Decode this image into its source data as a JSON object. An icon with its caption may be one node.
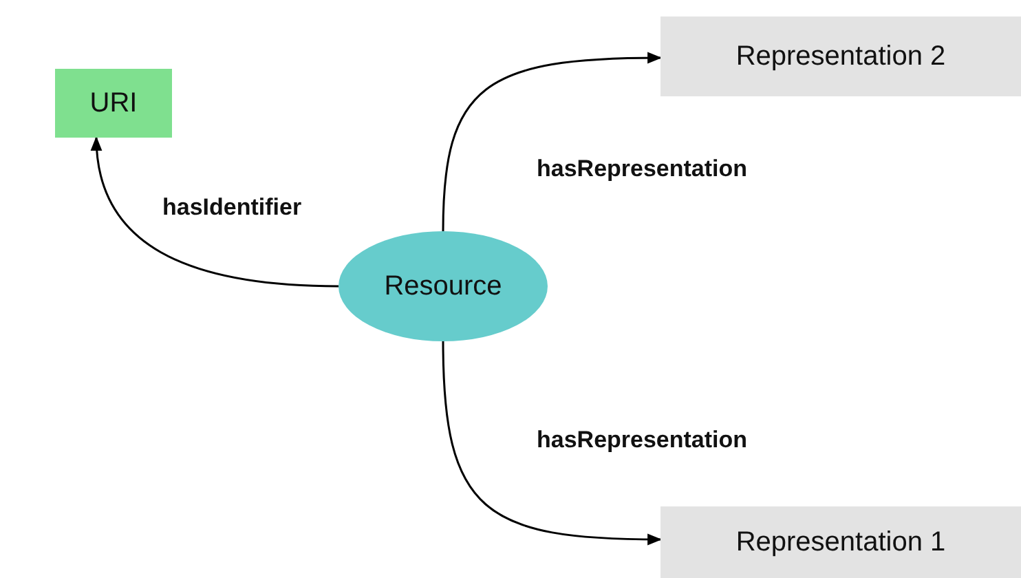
{
  "diagram": {
    "nodes": [
      {
        "text": [
          "URI"
        ]
      },
      {
        "text": [
          "Representation 2"
        ]
      },
      {
        "text": [
          "Resource"
        ]
      },
      {
        "text": [
          "Representation 1"
        ]
      }
    ],
    "edges": [
      {
        "from": 2,
        "to": 0,
        "arrow": "to",
        "label": "hasIdentifier"
      },
      {
        "from": 2,
        "to": 1,
        "arrow": "to",
        "label": "hasRepresentation"
      },
      {
        "from": 2,
        "to": 3,
        "arrow": "to",
        "label": "hasRepresentation"
      }
    ]
  }
}
